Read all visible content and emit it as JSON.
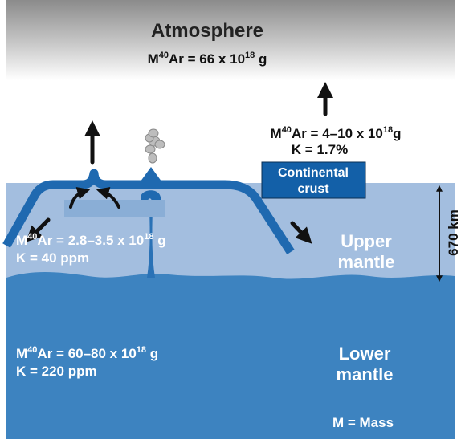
{
  "atmosphere": {
    "title": "Atmosphere",
    "formula_prefix": "M",
    "formula_sup": "40",
    "formula_mid": "Ar = 66 x 10",
    "formula_exp": "18",
    "formula_unit": " g"
  },
  "continental_crust": {
    "line1": "Continental",
    "line2": "crust",
    "formula_prefix": "M",
    "formula_sup": "40",
    "formula_mid": "Ar = 4–10 x 10",
    "formula_exp": "18",
    "formula_unit": "g",
    "potassium": "K = 1.7%"
  },
  "upper_mantle": {
    "line1": "Upper",
    "line2": "mantle",
    "formula_prefix": "M",
    "formula_sup": "40",
    "formula_mid": "Ar = 2.8–3.5 x 10",
    "formula_exp": "18",
    "formula_unit": " g",
    "potassium": "K = 40 ppm"
  },
  "lower_mantle": {
    "line1": "Lower",
    "line2": "mantle",
    "formula_prefix": "M",
    "formula_sup": "40",
    "formula_mid": "Ar = 60–80 x 10",
    "formula_exp": "18",
    "formula_unit": " g",
    "potassium": "K = 220 ppm"
  },
  "depth_label": "670 km",
  "legend": "M = Mass",
  "colors": {
    "upper_mantle": "#a3bedf",
    "lower_mantle": "#3d83c0",
    "slab": "#1f69b0",
    "crust": "#1360a8",
    "arrow": "#111111"
  }
}
